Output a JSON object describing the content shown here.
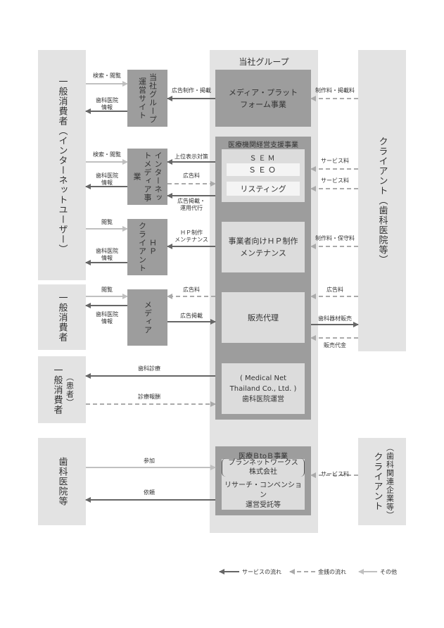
{
  "consumer_internet": "一般消費者（インターネットユーザー）",
  "consumer": "一般消費者",
  "patient_main": "一般消費者",
  "patient_sub": "（患者）",
  "dental_clinic": "歯科医院等",
  "client_dental": "クライアント（歯科医院等）",
  "client_corp_main": "クライアント",
  "client_corp_sub": "（歯科関連企業等）",
  "group_title": "当社グループ",
  "media_platform": "メディア・プラット\nフォーム事業",
  "medical_support": "医療機関経営支援事業",
  "sem": "ＳＥＭ",
  "seo": "ＳＥＯ",
  "listing": "リスティング",
  "hp_production": "事業者向けＨＰ制作\nメンテナンス",
  "sales_agency": "販売代理",
  "thailand": "( Medical Net\nThailand Co., Ltd. )\n歯科医院運営",
  "btob": "医療ＢtoＢ事業",
  "planet": "プランネットワークス\n株式会社",
  "research": "リサーチ・コンベンション\n運営受託等",
  "site_group": "当社グループ運営サイト",
  "site_internet": "インターネットメディア事業",
  "site_client_hp_1": "クライアント",
  "site_client_hp_2": "ＨＰ",
  "site_media": "メディア",
  "labels": {
    "search": "検索・閲覧",
    "dental_info_1": "歯科医院\n情報",
    "ad_prod": "広告制作・掲載",
    "prod_fee": "制作料・掲載料",
    "search2": "検索・閲覧",
    "dental_info_2": "歯科医院\n情報",
    "upper": "上位表示対策",
    "ad_fee_1": "広告料",
    "ad_ops": "広告掲載・\n運用代行",
    "service_fee_1": "サービス料",
    "service_fee_2": "サービス料",
    "browse_1": "閲覧",
    "dental_info_3": "歯科医院\n情報",
    "hp_maint": "ＨＰ制作\nメンテナンス",
    "prod_maint_fee": "制作料・保守料",
    "browse_2": "閲覧",
    "dental_info_4": "歯科医院\n情報",
    "ad_fee_2": "広告料",
    "ad_post": "広告掲載",
    "ad_fee_3": "広告料",
    "equip_sales": "歯科器材販売",
    "sales_payment": "販売代金",
    "dental_treatment": "歯科診療",
    "treatment_fee": "診療報酬",
    "participation": "参加",
    "request": "依頼",
    "service_fee_3": "サービス料"
  },
  "legend": {
    "service": "サービスの流れ",
    "money": "金銭の流れ",
    "other": "その他"
  },
  "colors": {
    "service_arrow": "#666666",
    "money_arrow": "#aaaaaa",
    "other_arrow": "#c0c0c0"
  }
}
